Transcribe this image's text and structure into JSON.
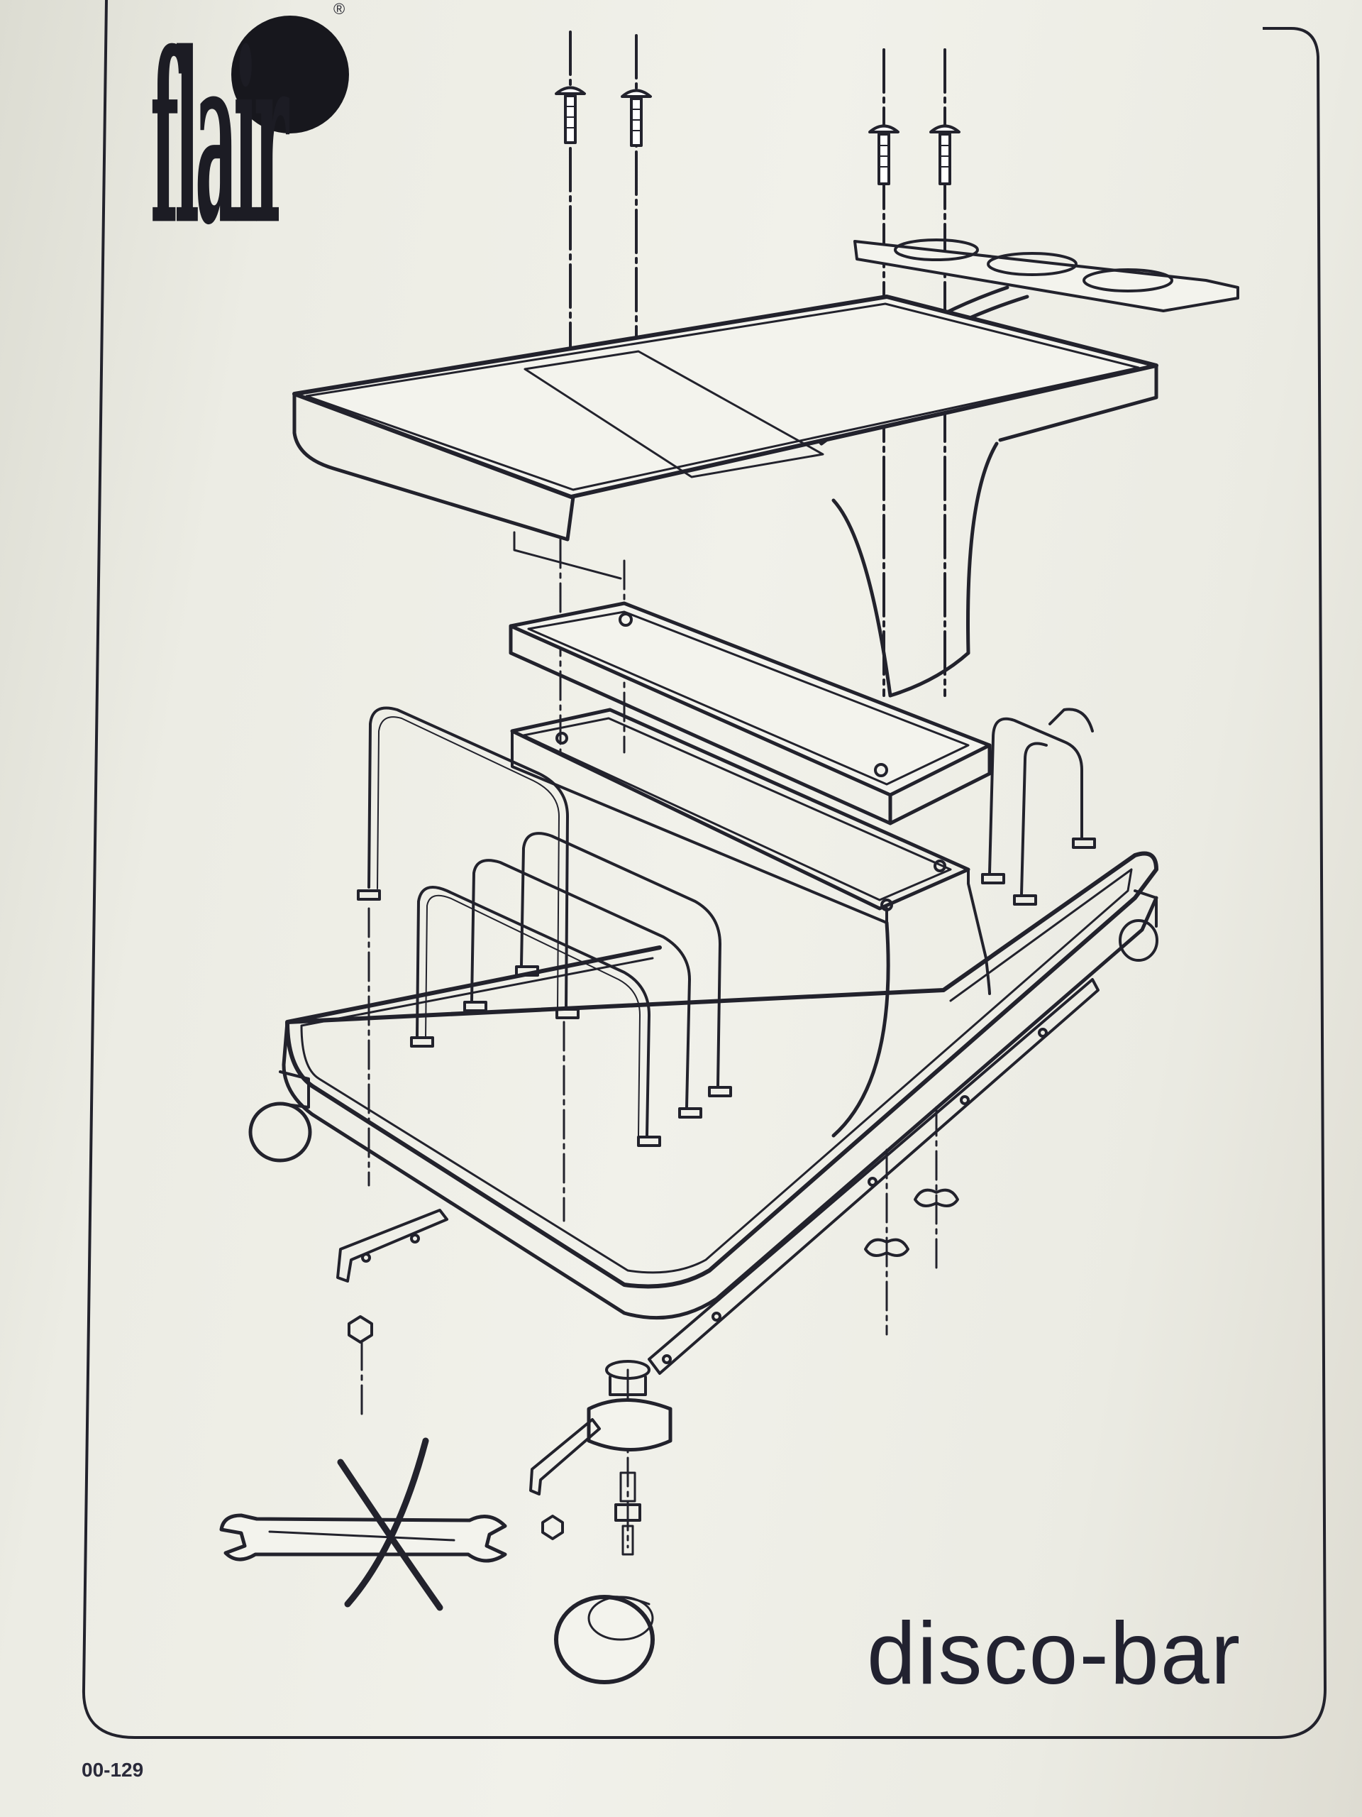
{
  "brand": {
    "name": "flair",
    "registered_mark": "®"
  },
  "product": {
    "name": "disco-bar"
  },
  "document": {
    "code": "00-129"
  },
  "colors": {
    "paper": "#efefe7",
    "ink": "#22222c"
  }
}
